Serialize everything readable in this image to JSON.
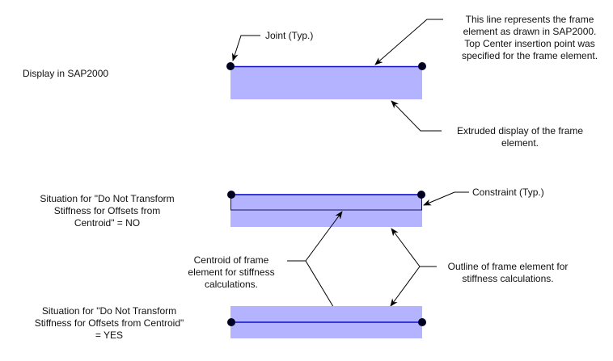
{
  "labels": {
    "display_title": "Display in SAP2000",
    "joint": "Joint (Typ.)",
    "line_note": [
      "This line represents the frame",
      "element as drawn in SAP2000.",
      "Top Center insertion point was",
      "specified for the frame element."
    ],
    "extruded_note": [
      "Extruded display of the frame",
      "element."
    ],
    "situation_no": [
      "Situation for \"Do Not Transform",
      "Stiffness for Offsets from",
      "Centroid\" = NO"
    ],
    "constraint": "Constraint (Typ.)",
    "centroid_note": [
      "Centroid of frame",
      "element for stiffness",
      "calculations."
    ],
    "outline_note": [
      "Outline of frame element for",
      "stiffness calculations."
    ],
    "situation_yes": [
      "Situation for \"Do Not Transform",
      "Stiffness for Offsets from Centroid\"",
      "= YES"
    ]
  },
  "colors": {
    "extrusion_fill": "#b3b3ff",
    "frame_line": "#1010cc",
    "outline_stroke": "#101060",
    "joint": "#000020",
    "leader": "#000000"
  }
}
